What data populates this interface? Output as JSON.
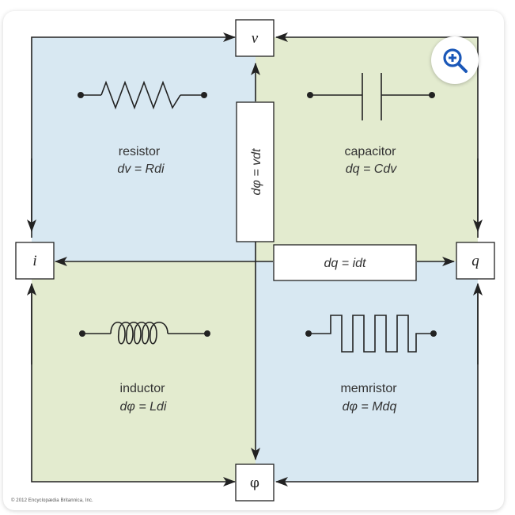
{
  "diagram": {
    "nodes": {
      "v": "v",
      "i": "i",
      "q": "q",
      "phi": "φ"
    },
    "relations": {
      "vertical": "dφ = vdt",
      "horizontal": "dq = idt"
    },
    "components": {
      "resistor": {
        "name": "resistor",
        "equation": "dv = Rdi"
      },
      "capacitor": {
        "name": "capacitor",
        "equation": "dq = Cdv"
      },
      "inductor": {
        "name": "inductor",
        "equation": "dφ = Ldi"
      },
      "memristor": {
        "name": "memristor",
        "equation": "dφ = Mdq"
      }
    },
    "colors": {
      "blue": "#d8e8f2",
      "green": "#e3ebcf",
      "line": "#222222",
      "box": "#ffffff"
    }
  },
  "credit": "© 2012 Encyclopædia Britannica, Inc.",
  "zoom": {
    "icon": "zoom-in-icon",
    "color": "#1a57b8"
  }
}
